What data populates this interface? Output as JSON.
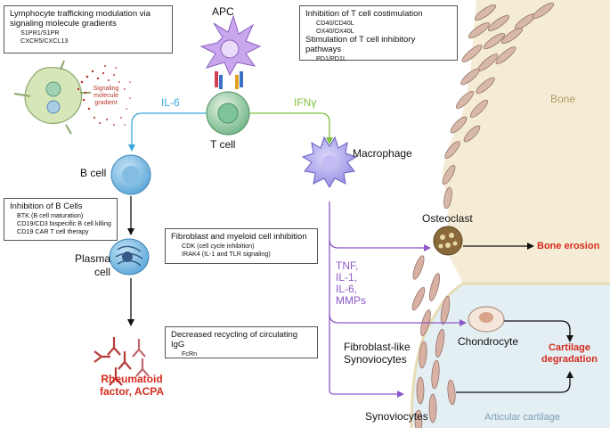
{
  "top_boxes": {
    "lymphocyte": {
      "title_line1": "Lymphocyte trafficking modulation via",
      "title_line2": "signaling molecule gradients",
      "items": [
        "S1PR1/S1PR",
        "CXCR5/CXCL13"
      ]
    },
    "tcell_inhibition": {
      "title1": "Inhibition of T cell costimulation",
      "items1": [
        "CD40/CD40L",
        "OX40/OX40L"
      ],
      "title2": "Stimulation of T cell inhibitory pathways",
      "items2": [
        "PD1/PD1L"
      ]
    }
  },
  "side_boxes": {
    "bcell_inhibition": {
      "title": "Inhibition of B Cells",
      "items": [
        "BTK (B cell maturation)",
        "CD19/CD3 bispecific B cell killing",
        "CD19 CAR T cell therapy"
      ]
    },
    "fibroblast_inhibition": {
      "title": "Fibroblast and myeloid cell inhibition",
      "items": [
        "CDK (cell cycle inhibition)",
        "IRAK4 (IL-1 and TLR signaling)"
      ]
    },
    "igg": {
      "title": "Decreased recycling of circulating IgG",
      "items": [
        "FcRn"
      ]
    }
  },
  "gradient": {
    "line1": "Signaling",
    "line2": "molecule",
    "line3": "gradient"
  },
  "cells": {
    "apc": "APC",
    "tcell": "T cell",
    "bcell": "B cell",
    "plasma_line1": "Plasma",
    "plasma_line2": "cell",
    "macrophage": "Macrophage",
    "osteoclast": "Osteoclast",
    "chondrocyte": "Chondrocyte",
    "fls_line1": "Fibroblast-like",
    "fls_line2": "Synoviocytes",
    "synoviocytes": "Synoviocytes"
  },
  "signals": {
    "il6": "IL-6",
    "ifng": "IFNγ",
    "cytokines": [
      "TNF,",
      "IL-1,",
      "IL-6,",
      "MMPs"
    ]
  },
  "outcomes": {
    "bone_erosion": "Bone erosion",
    "cartilage_line1": "Cartilage",
    "cartilage_line2": "degradation",
    "rf_line1": "Rheumatoid",
    "rf_line2": "factor, ACPA"
  },
  "regions": {
    "bone": "Bone",
    "cartilage": "Articular cartilage"
  },
  "colors": {
    "bone": "#f4ecd4",
    "cartilage": "#e4eff4",
    "il6_arrow": "#3aa7dc",
    "ifng_arrow": "#7fbf3f",
    "purple": "#8d58c8",
    "red": "#d52b1e"
  }
}
